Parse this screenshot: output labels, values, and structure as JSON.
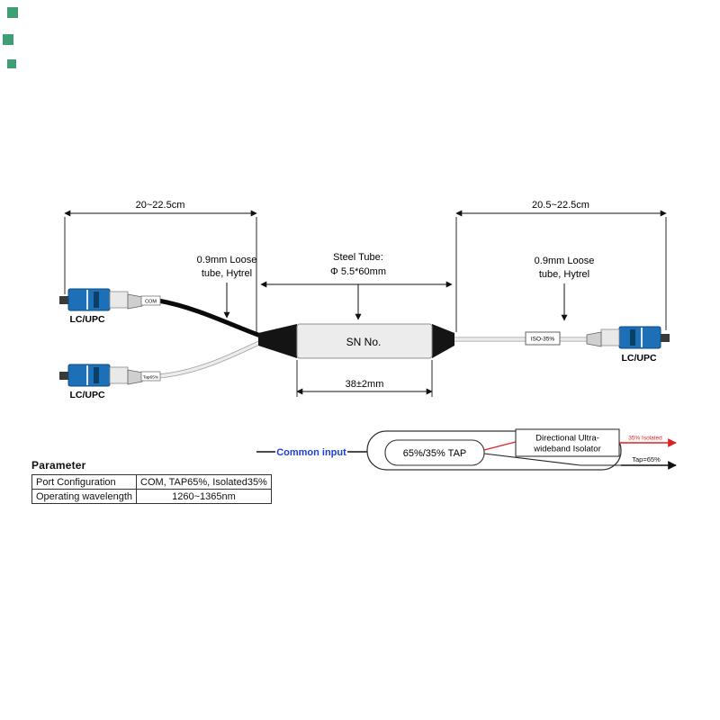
{
  "dimensions": {
    "left_cable": "20~22.5cm",
    "right_cable": "20.5~22.5cm",
    "body": "38±2mm"
  },
  "labels": {
    "loose_tube_left_line1": "0.9mm Loose",
    "loose_tube_left_line2": "tube, Hytrel",
    "loose_tube_right_line1": "0.9mm Loose",
    "loose_tube_right_line2": "tube, Hytrel",
    "steel_tube_line1": "Steel Tube:",
    "steel_tube_line2": "Φ 5.5*60mm",
    "sn": "SN No.",
    "connector_top_left": "LC/UPC",
    "connector_bottom_left": "LC/UPC",
    "connector_right": "LC/UPC",
    "tag_com": "COM",
    "tag_tap": "Tap65%",
    "tag_iso": "ISO-35%"
  },
  "schematic": {
    "input_label": "Common input",
    "tap_block": "65%/35% TAP",
    "isolator_line1": "Directional Ultra-",
    "isolator_line2": "wideband Isolator",
    "output_isolated": "35% Isolated",
    "output_tap": "Tap=65%"
  },
  "table": {
    "title": "Parameter",
    "rows": [
      {
        "name": "Port Configuration",
        "value": "COM, TAP65%, Isolated35%"
      },
      {
        "name": "Operating wavelength",
        "value": "1260~1365nm"
      }
    ]
  },
  "colors": {
    "connector_blue": "#1d6fb8",
    "accent_red": "#e02020",
    "input_blue": "#1f3fd0",
    "marker_green": "#3f9e74"
  }
}
